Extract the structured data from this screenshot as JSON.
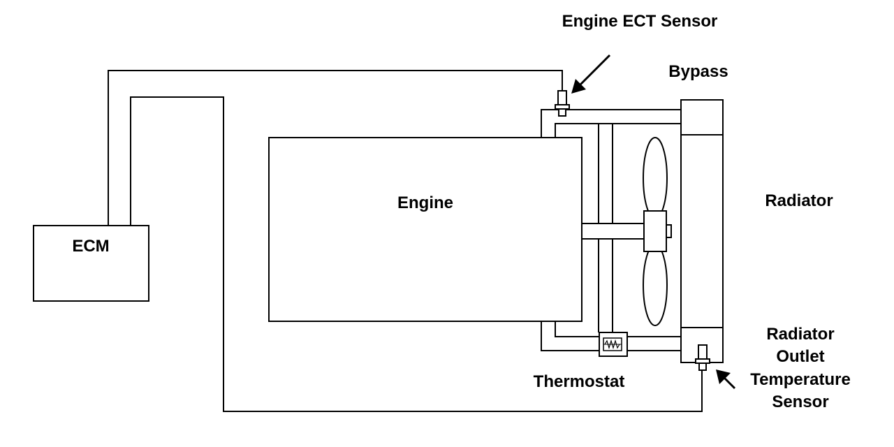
{
  "labels": {
    "engine_ect_sensor": "Engine ECT Sensor",
    "bypass": "Bypass",
    "engine": "Engine",
    "ecm": "ECM",
    "radiator": "Radiator",
    "thermostat": "Thermostat",
    "radiator_outlet_line1": "Radiator",
    "radiator_outlet_line2": "Outlet",
    "radiator_outlet_line3": "Temperature",
    "radiator_outlet_line4": "Sensor"
  },
  "colors": {
    "line": "#000000",
    "background": "#ffffff"
  }
}
